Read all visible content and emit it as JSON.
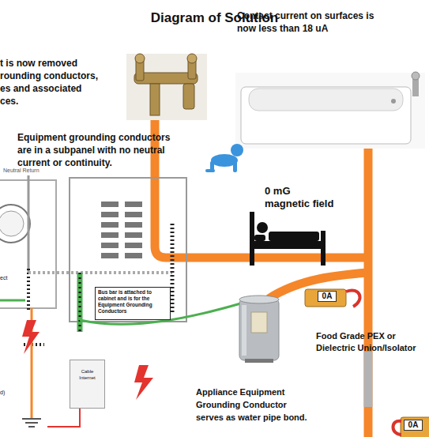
{
  "diagram": {
    "title": "Diagram of Solution",
    "nodes": [
      {
        "text": [
          "Bus bar is attached to cabinet and is for the Equipment Grounding Conductors"
        ]
      },
      {
        "text": [
          "0A"
        ]
      },
      {
        "text": [
          "Cable Internet"
        ]
      },
      {
        "text": [
          "0A"
        ]
      }
    ],
    "labels": [
      "Contact current on surfaces is now less than 18 uA",
      "t is now removed rounding conductors, es and associated ces.",
      "Equipment grounding conductors are in a subpanel with no neutral current or continuity.",
      "Neutral Return",
      "0 mG magnetic field",
      "ect",
      "Food Grade PEX or Dielectric Union/Isolator",
      "Appliance Equipment Grounding Conductor serves as water pipe bond.",
      "d)"
    ]
  }
}
